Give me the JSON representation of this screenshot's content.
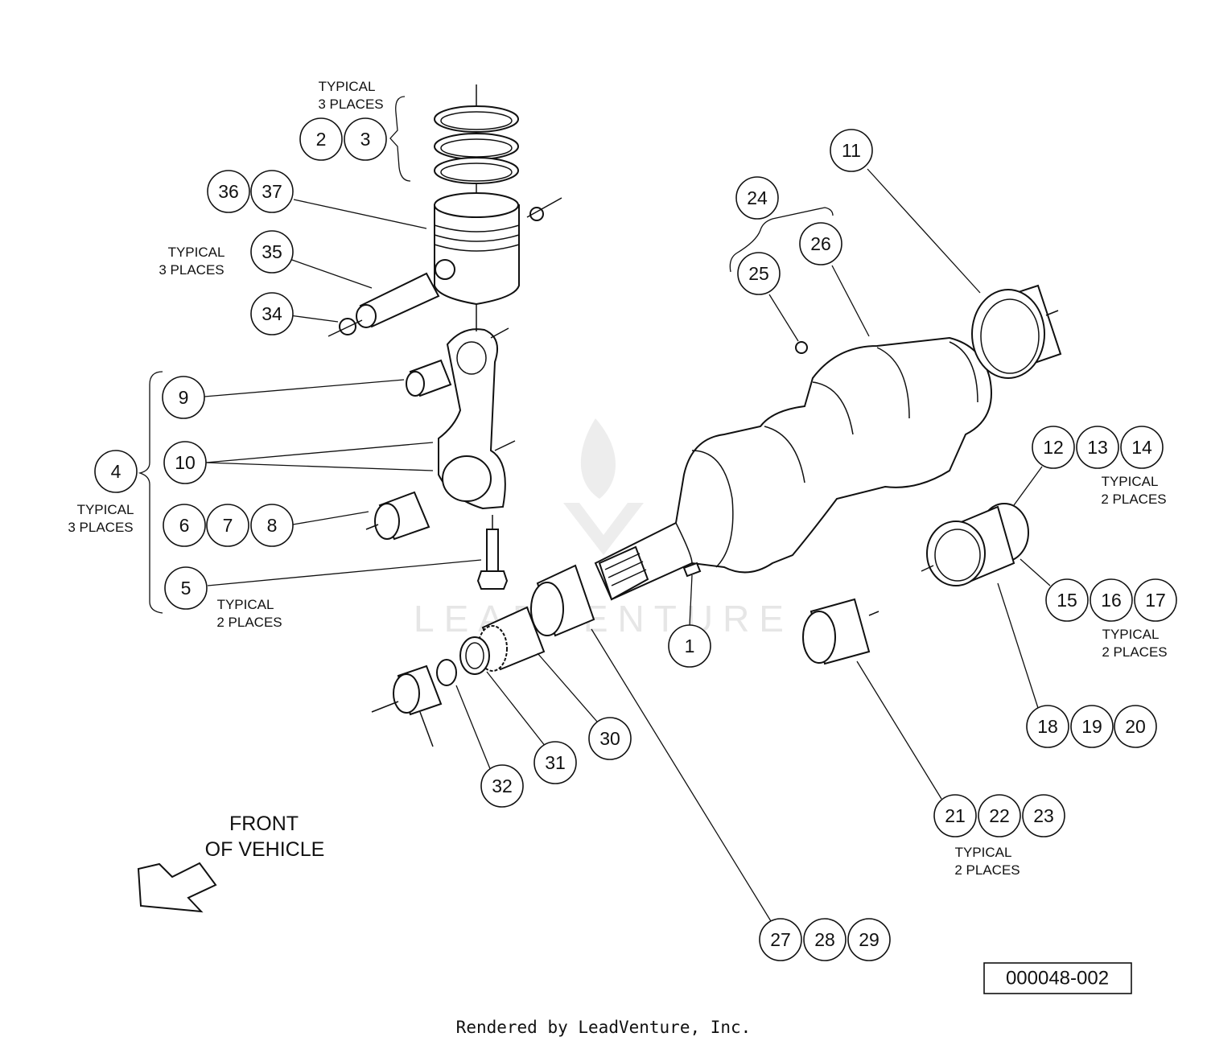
{
  "callouts": [
    {
      "id": "c2",
      "label": "2"
    },
    {
      "id": "c3",
      "label": "3"
    },
    {
      "id": "c36",
      "label": "36"
    },
    {
      "id": "c37",
      "label": "37"
    },
    {
      "id": "c35",
      "label": "35"
    },
    {
      "id": "c34",
      "label": "34"
    },
    {
      "id": "c9",
      "label": "9"
    },
    {
      "id": "c10",
      "label": "10"
    },
    {
      "id": "c4",
      "label": "4"
    },
    {
      "id": "c6",
      "label": "6"
    },
    {
      "id": "c7",
      "label": "7"
    },
    {
      "id": "c8",
      "label": "8"
    },
    {
      "id": "c5",
      "label": "5"
    },
    {
      "id": "c11",
      "label": "11"
    },
    {
      "id": "c24",
      "label": "24"
    },
    {
      "id": "c25",
      "label": "25"
    },
    {
      "id": "c26",
      "label": "26"
    },
    {
      "id": "c12",
      "label": "12"
    },
    {
      "id": "c13",
      "label": "13"
    },
    {
      "id": "c14",
      "label": "14"
    },
    {
      "id": "c15",
      "label": "15"
    },
    {
      "id": "c16",
      "label": "16"
    },
    {
      "id": "c17",
      "label": "17"
    },
    {
      "id": "c18",
      "label": "18"
    },
    {
      "id": "c19",
      "label": "19"
    },
    {
      "id": "c20",
      "label": "20"
    },
    {
      "id": "c1",
      "label": "1"
    },
    {
      "id": "c21",
      "label": "21"
    },
    {
      "id": "c22",
      "label": "22"
    },
    {
      "id": "c23",
      "label": "23"
    },
    {
      "id": "c30",
      "label": "30"
    },
    {
      "id": "c31",
      "label": "31"
    },
    {
      "id": "c32",
      "label": "32"
    },
    {
      "id": "c27",
      "label": "27"
    },
    {
      "id": "c28",
      "label": "28"
    },
    {
      "id": "c29",
      "label": "29"
    }
  ],
  "notes": {
    "rings": [
      "TYPICAL",
      "3 PLACES"
    ],
    "piston": [
      "TYPICAL",
      "3 PLACES"
    ],
    "rod": [
      "TYPICAL",
      "3 PLACES"
    ],
    "bolt": [
      "TYPICAL",
      "2 PLACES"
    ],
    "bearing_12_14": [
      "TYPICAL",
      "2 PLACES"
    ],
    "bearing_15_17": [
      "TYPICAL",
      "2 PLACES"
    ],
    "bearing_21_23": [
      "TYPICAL",
      "2 PLACES"
    ]
  },
  "front_label": [
    "FRONT",
    "OF VEHICLE"
  ],
  "figure_id": "000048-002",
  "footer": "Rendered by LeadVenture, Inc.",
  "watermark": "LEADVENTURE"
}
